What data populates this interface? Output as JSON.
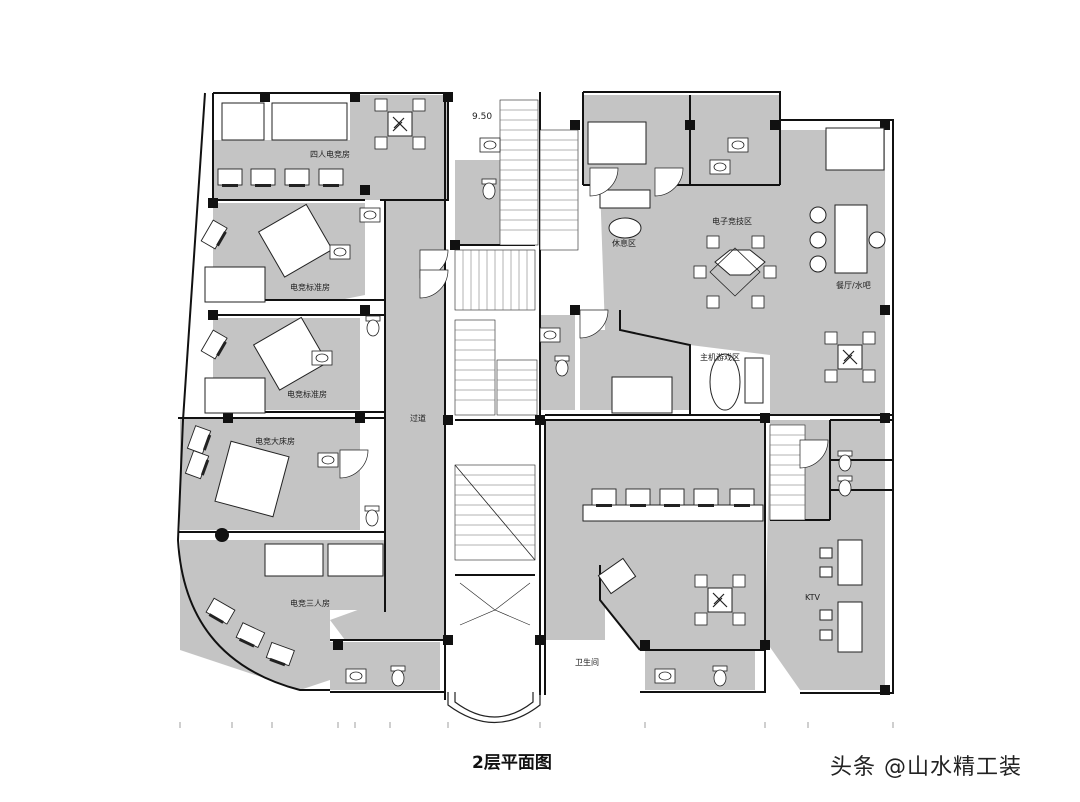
{
  "plan": {
    "title": "2层平面图",
    "dimension_text": "9.50",
    "rooms": {
      "four_person": "四人电竞房",
      "standard_1": "电竞标准房",
      "standard_2": "电竞标准房",
      "king": "电竞大床房",
      "three_person": "电竞三人房",
      "corridor": "过道",
      "esports_arena": "电子竞技区",
      "rest_area": "休息区",
      "dining": "餐厅/水吧",
      "console_area": "主机游戏区",
      "ktv": "KTV",
      "washroom": "卫生间"
    }
  },
  "watermark": {
    "text": "头条 @山水精工装"
  },
  "colors": {
    "fill_gray": "#c4c4c4",
    "wall": "#111111",
    "paper": "#ffffff"
  }
}
